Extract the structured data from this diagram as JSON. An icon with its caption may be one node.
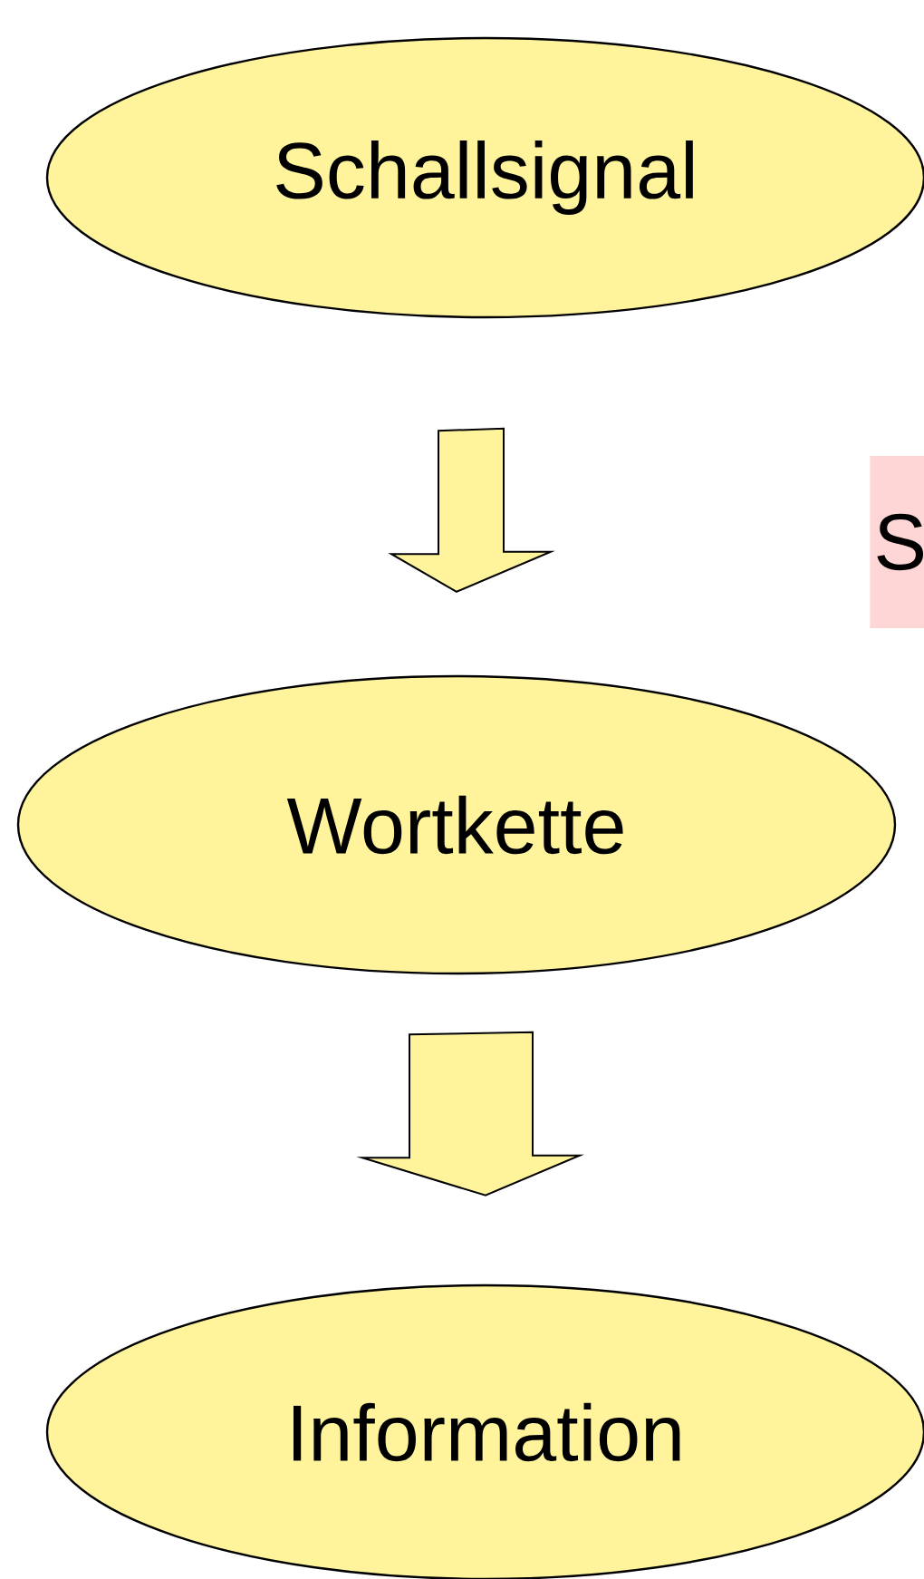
{
  "diagram": {
    "nodes": [
      {
        "text": [
          "Schallsignal"
        ]
      },
      {
        "text": [
          "S"
        ]
      },
      {
        "text": [
          "Wortkette"
        ]
      },
      {
        "text": [
          "Information"
        ]
      }
    ],
    "edges": [
      {
        "from": 0,
        "to": 2,
        "arrow": "to"
      },
      {
        "from": 2,
        "to": 3,
        "arrow": "to"
      }
    ]
  }
}
